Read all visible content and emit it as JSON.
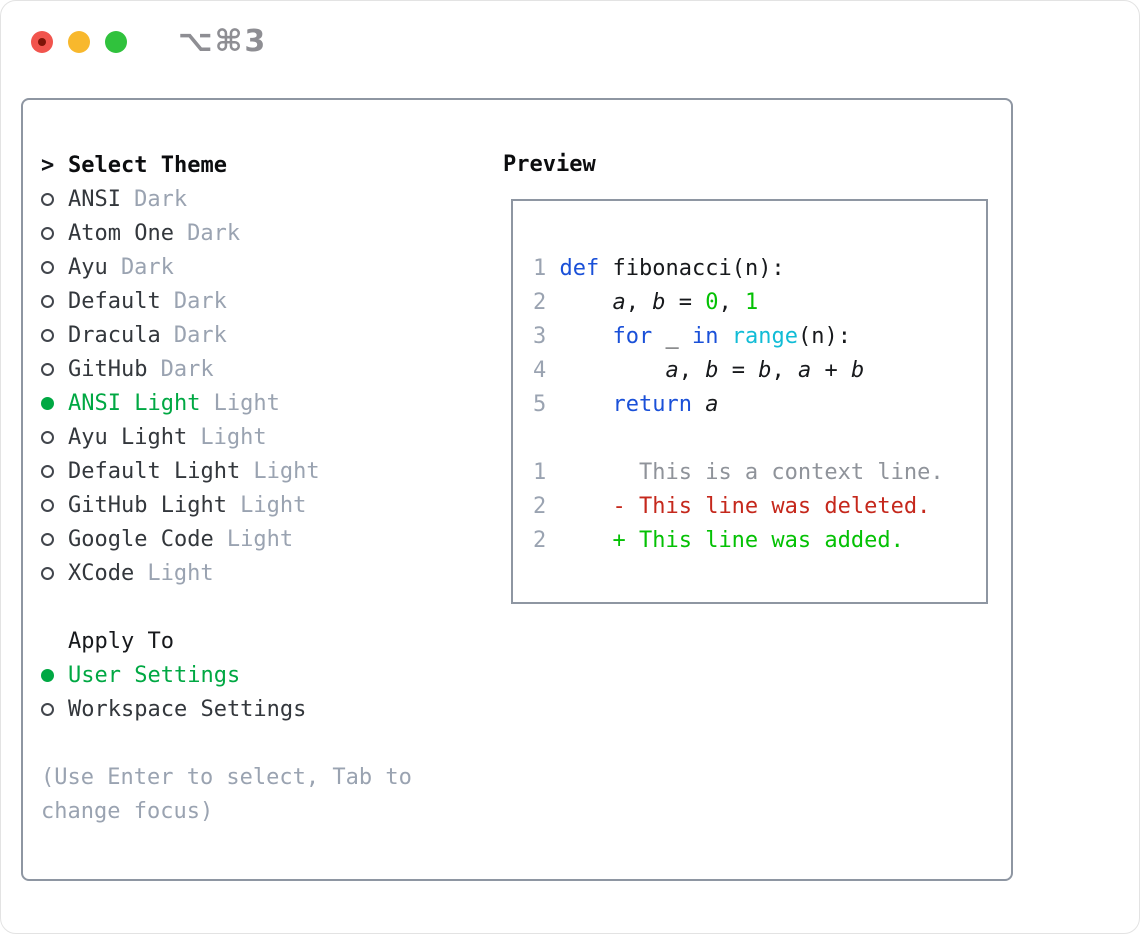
{
  "window": {
    "title": "⌥⌘3",
    "traffic_lights": [
      {
        "name": "close",
        "color": "#f1544d"
      },
      {
        "name": "minimize",
        "color": "#f8b82d"
      },
      {
        "name": "zoom",
        "color": "#30c23d"
      }
    ]
  },
  "theme_panel": {
    "cursor": ">",
    "title": "Select Theme",
    "themes": [
      {
        "name": "ANSI",
        "tag": "Dark",
        "selected": false
      },
      {
        "name": "Atom One",
        "tag": "Dark",
        "selected": false
      },
      {
        "name": "Ayu",
        "tag": "Dark",
        "selected": false
      },
      {
        "name": "Default",
        "tag": "Dark",
        "selected": false
      },
      {
        "name": "Dracula",
        "tag": "Dark",
        "selected": false
      },
      {
        "name": "GitHub",
        "tag": "Dark",
        "selected": false
      },
      {
        "name": "ANSI Light",
        "tag": "Light",
        "selected": true
      },
      {
        "name": "Ayu Light",
        "tag": "Light",
        "selected": false
      },
      {
        "name": "Default Light",
        "tag": "Light",
        "selected": false
      },
      {
        "name": "GitHub Light",
        "tag": "Light",
        "selected": false
      },
      {
        "name": "Google Code",
        "tag": "Light",
        "selected": false
      },
      {
        "name": "XCode",
        "tag": "Light",
        "selected": false
      }
    ],
    "apply_to": {
      "title": "Apply To",
      "options": [
        {
          "name": "User Settings",
          "selected": true
        },
        {
          "name": "Workspace Settings",
          "selected": false
        }
      ]
    },
    "help_lines": [
      "(Use Enter to select, Tab to",
      "change focus)"
    ]
  },
  "preview": {
    "title": "Preview",
    "code_lines": [
      {
        "tokens": [
          {
            "text": "1 ",
            "type": "ln"
          },
          {
            "text": "def",
            "type": "kw"
          },
          {
            "text": " fibonacci(n):",
            "type": "pl"
          }
        ]
      },
      {
        "tokens": [
          {
            "text": "2 ",
            "type": "ln"
          },
          {
            "text": "    ",
            "type": "pl"
          },
          {
            "text": "a",
            "type": "var"
          },
          {
            "text": ", ",
            "type": "pl"
          },
          {
            "text": "b",
            "type": "var"
          },
          {
            "text": " = ",
            "type": "pl"
          },
          {
            "text": "0",
            "type": "num"
          },
          {
            "text": ", ",
            "type": "pl"
          },
          {
            "text": "1",
            "type": "num"
          }
        ]
      },
      {
        "tokens": [
          {
            "text": "3 ",
            "type": "ln"
          },
          {
            "text": "    ",
            "type": "pl"
          },
          {
            "text": "for",
            "type": "kw"
          },
          {
            "text": " _ ",
            "type": "pl"
          },
          {
            "text": "in",
            "type": "kw"
          },
          {
            "text": " ",
            "type": "pl"
          },
          {
            "text": "range",
            "type": "fn"
          },
          {
            "text": "(n):",
            "type": "pl"
          }
        ]
      },
      {
        "tokens": [
          {
            "text": "4 ",
            "type": "ln"
          },
          {
            "text": "        ",
            "type": "pl"
          },
          {
            "text": "a",
            "type": "var"
          },
          {
            "text": ", ",
            "type": "pl"
          },
          {
            "text": "b",
            "type": "var"
          },
          {
            "text": " = ",
            "type": "pl"
          },
          {
            "text": "b",
            "type": "var"
          },
          {
            "text": ", ",
            "type": "pl"
          },
          {
            "text": "a",
            "type": "var"
          },
          {
            "text": " + ",
            "type": "pl"
          },
          {
            "text": "b",
            "type": "var"
          }
        ]
      },
      {
        "tokens": [
          {
            "text": "5 ",
            "type": "ln"
          },
          {
            "text": "    ",
            "type": "pl"
          },
          {
            "text": "return",
            "type": "kw"
          },
          {
            "text": " ",
            "type": "pl"
          },
          {
            "text": "a",
            "type": "var"
          }
        ]
      },
      {
        "tokens": []
      },
      {
        "tokens": [
          {
            "text": "1 ",
            "type": "ln"
          },
          {
            "text": "      This is a context line.",
            "type": "ctx"
          }
        ]
      },
      {
        "tokens": [
          {
            "text": "2 ",
            "type": "ln"
          },
          {
            "text": "    - This line was deleted.",
            "type": "del"
          }
        ]
      },
      {
        "tokens": [
          {
            "text": "2 ",
            "type": "ln"
          },
          {
            "text": "    + This line was added.",
            "type": "add"
          }
        ]
      }
    ]
  },
  "colors": {
    "accent_green": "#00a843",
    "keyword_blue": "#1a50d8",
    "function_cyan": "#11bcd6",
    "literal_green": "#04c104",
    "diff_red": "#c5281c",
    "muted_gray": "#9aa3b1",
    "border_gray": "#8e96a2",
    "text_dark": "#33373c"
  }
}
